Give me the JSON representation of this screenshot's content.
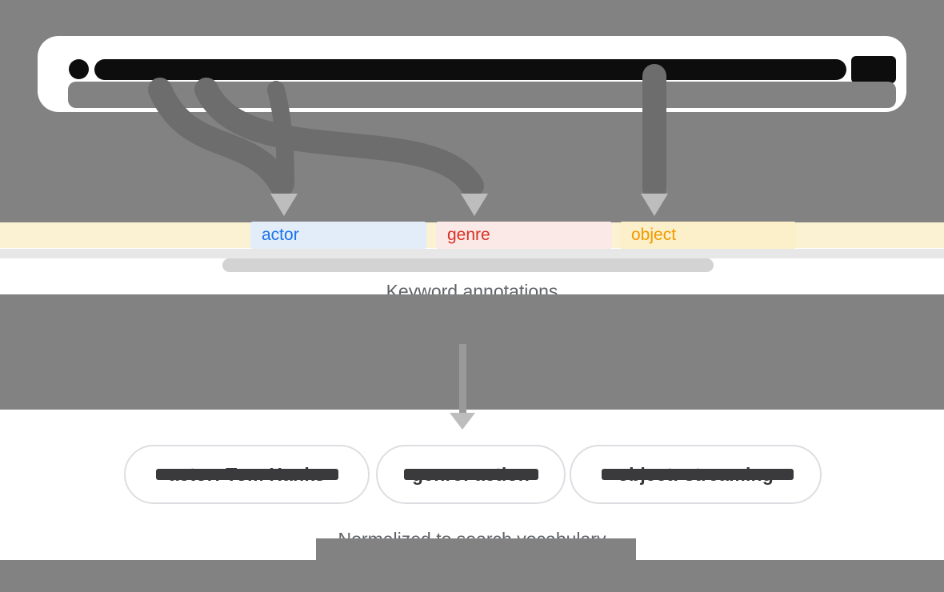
{
  "annotations": {
    "chips": [
      {
        "label": "actor",
        "color": "#1a73e8",
        "bg": "#e3edfa"
      },
      {
        "label": "genre",
        "color": "#d93025",
        "bg": "#fbe9e7"
      },
      {
        "label": "object",
        "color": "#f29900",
        "bg": "#fbf0c9"
      }
    ],
    "caption": "Keyword annotations"
  },
  "normalized": {
    "pills": [
      {
        "text": "actor: Tom Hanks"
      },
      {
        "text": "genre: action"
      },
      {
        "text": "object: streaming"
      }
    ],
    "caption": "Normalized to search vocabulary"
  },
  "icons": [
    "search-icon",
    "down-arrow-icon"
  ],
  "colors": {
    "band_yellow": "#faf2d3",
    "overlay_gray": "#828282",
    "caption_gray": "#5f6368",
    "redaction_dark": "#0d0d0d",
    "pill_redaction_dark": "#3a3a3c",
    "pill_border": "#dcdee1",
    "flow_line_gray": "#6d6d6d",
    "arrowhead_gray": "#bdbdbd"
  }
}
